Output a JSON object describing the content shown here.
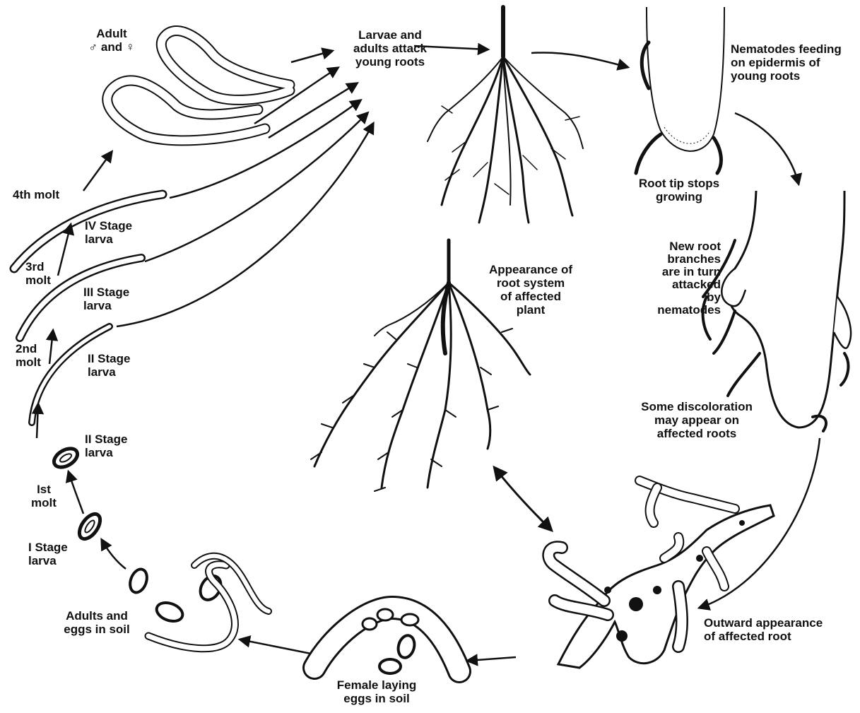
{
  "labels": {
    "adult": "Adult\n♂ and ♀",
    "larvae_attack": "Larvae and\nadults attack\nyoung roots",
    "nematodes_feeding": "Nematodes feeding\non epidermis of\nyoung roots",
    "root_tip_stops": "Root tip stops\ngrowing",
    "new_root_branches": "New root\nbranches\nare in turn\nattacked\nby\nnematodes",
    "discoloration": "Some discoloration\nmay appear on\naffected roots",
    "outward_appearance": "Outward appearance\nof affected root",
    "female_laying": "Female laying\neggs in soil",
    "adults_eggs": "Adults and\neggs in soil",
    "stage1": "I Stage\nlarva",
    "molt1": "Ist\nmolt",
    "stage2_egg": "II Stage\nlarva",
    "stage2": "II Stage\nlarva",
    "molt2": "2nd\nmolt",
    "stage3": "III Stage\nlarva",
    "molt3": "3rd\nmolt",
    "stage4": "IV Stage\nlarva",
    "molt4": "4th molt",
    "root_system": "Appearance of\nroot system\nof affected\nplant"
  },
  "colors": {
    "ink": "#111111",
    "paper": "#ffffff"
  }
}
